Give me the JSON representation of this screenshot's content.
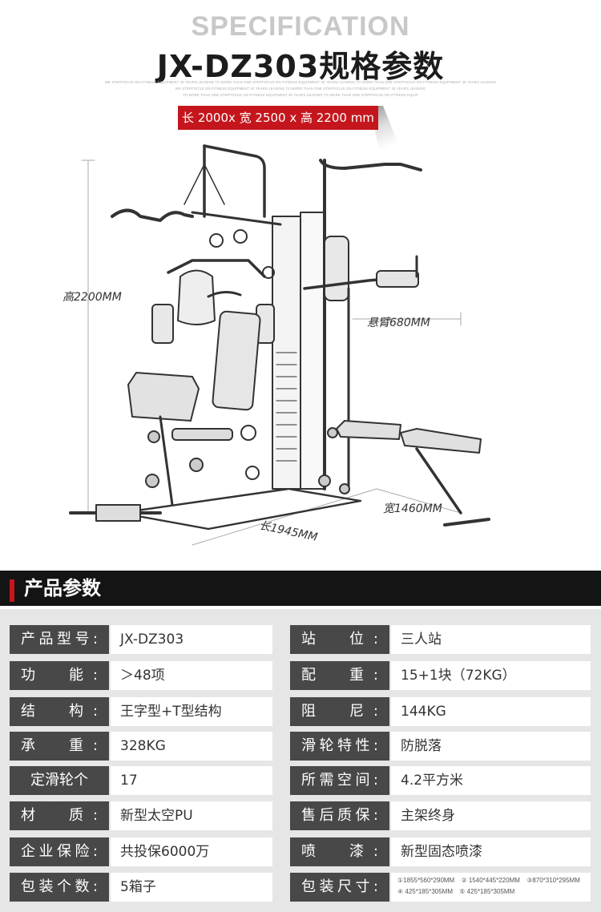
{
  "header": {
    "spec_word": "SPECIFICATION",
    "model_title": "JX-DZ303规格参数",
    "fine_print_1": "WE STEPFOCUS ON  FITNESS EQUIPMENT 40 YEARS LEADING TO MORE THAN ONE STEPFOCUS ON  FITNESS EQUIPMENT 40 YEARS LEADING TO MORE THAN ONE STEPFOCUS ON  FITNESS EQUIPMENT 40 YEARS LEADING",
    "fine_print_2": "WE STEPFOCUS ON  FITNESS EQUIPMENT 40 YEARS LEADING TO MORE THAN ONE STEPFOCUS ON  FITNESS EQUIPMENT 40 YEARS LEADING",
    "fine_print_3": "TO MORE THAN ONE STEPFOCUS ON  FITNESS EQUIPMENT 40 YEARS LEADING TO MORE THAN ONE STEPFOCUS ON  FITNESS EQUIP",
    "dimensions": "长 2000x 宽 2500 x 高 2200 mm"
  },
  "illustration": {
    "height_label": "高2200MM",
    "arm_label": "悬臂680MM",
    "length_label": "长1945MM",
    "width_label": "宽1460MM"
  },
  "section": {
    "title": "产品参数"
  },
  "params": {
    "left": [
      {
        "label": "产品型号:",
        "value": "JX-DZ303"
      },
      {
        "label": "功　能:",
        "value": "＞48项"
      },
      {
        "label": "结　构:",
        "value": "王字型+T型结构"
      },
      {
        "label": "承　重:",
        "value": "328KG"
      },
      {
        "label": "定滑轮个数:",
        "value": "17"
      },
      {
        "label": "材　质:",
        "value": "新型太空PU"
      },
      {
        "label": "企业保险:",
        "value": "共投保6000万"
      },
      {
        "label": "包装个数:",
        "value": "5箱子"
      }
    ],
    "right": [
      {
        "label": "站　位:",
        "value": "三人站"
      },
      {
        "label": "配　重:",
        "value": "15+1块（72KG）"
      },
      {
        "label": "阻　尼:",
        "value": "144KG"
      },
      {
        "label": "滑轮特性:",
        "value": "防脱落"
      },
      {
        "label": "所需空间:",
        "value": "4.2平方米"
      },
      {
        "label": "售后质保:",
        "value": "主架终身"
      },
      {
        "label": "喷　漆:",
        "value": "新型固态喷漆"
      },
      {
        "label": "包装尺寸:",
        "value": ""
      }
    ],
    "pack_sizes": [
      "①1855*560*290MM",
      "② 1540*445*220MM",
      "③870*310*295MM",
      "④ 425*185*305MM",
      "⑤ 425*185*305MM"
    ]
  }
}
